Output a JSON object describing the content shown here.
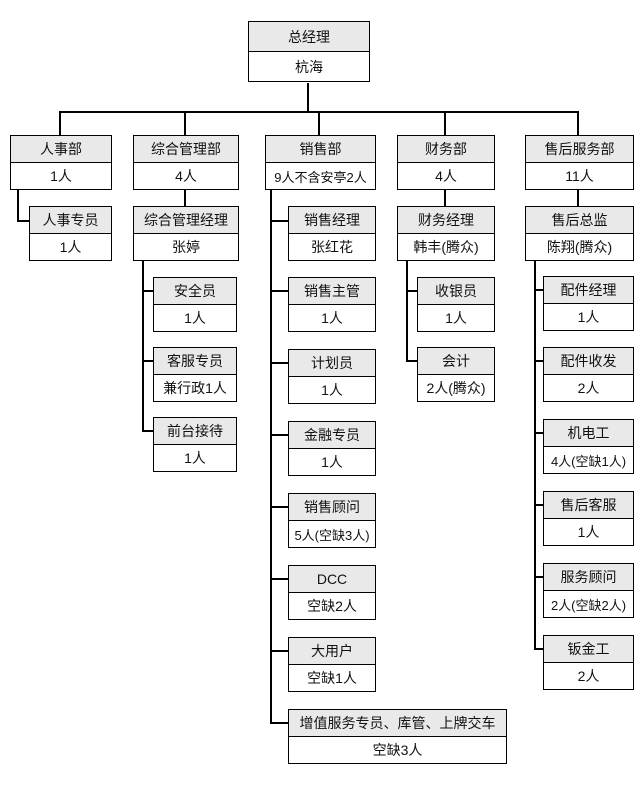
{
  "diagram_type": "org-chart",
  "colors": {
    "box_border": "#000000",
    "header_bg": "#e9e9e9",
    "body_bg": "#ffffff",
    "connector": "#000000"
  },
  "nodes": {
    "ceo": {
      "title": "总经理",
      "value": "杭海"
    },
    "hr_dept": {
      "title": "人事部",
      "value": "1人"
    },
    "hr_specialist": {
      "title": "人事专员",
      "value": "1人"
    },
    "admin_dept": {
      "title": "综合管理部",
      "value": "4人"
    },
    "admin_manager": {
      "title": "综合管理经理",
      "value": "张婷"
    },
    "safety_officer": {
      "title": "安全员",
      "value": "1人"
    },
    "cs_specialist": {
      "title": "客服专员",
      "value": "兼行政1人"
    },
    "receptionist": {
      "title": "前台接待",
      "value": "1人"
    },
    "sales_dept": {
      "title": "销售部",
      "value": "9人不含安亭2人"
    },
    "sales_manager": {
      "title": "销售经理",
      "value": "张红花"
    },
    "sales_supervisor": {
      "title": "销售主管",
      "value": "1人"
    },
    "planner": {
      "title": "计划员",
      "value": "1人"
    },
    "finance_specialist": {
      "title": "金融专员",
      "value": "1人"
    },
    "sales_consultant": {
      "title": "销售顾问",
      "value": "5人(空缺3人)"
    },
    "dcc": {
      "title": "DCC",
      "value": "空缺2人"
    },
    "key_account": {
      "title": "大用户",
      "value": "空缺1人"
    },
    "vas_group": {
      "title": "增值服务专员、库管、上牌交车",
      "value": "空缺3人"
    },
    "finance_dept": {
      "title": "财务部",
      "value": "4人"
    },
    "finance_manager": {
      "title": "财务经理",
      "value": "韩丰(腾众)"
    },
    "cashier": {
      "title": "收银员",
      "value": "1人"
    },
    "accountant": {
      "title": "会计",
      "value": "2人(腾众)"
    },
    "aftersales_dept": {
      "title": "售后服务部",
      "value": "11人"
    },
    "aftersales_director": {
      "title": "售后总监",
      "value": "陈翔(腾众)"
    },
    "parts_manager": {
      "title": "配件经理",
      "value": "1人"
    },
    "parts_clerk": {
      "title": "配件收发",
      "value": "2人"
    },
    "mechanic": {
      "title": "机电工",
      "value": "4人(空缺1人)"
    },
    "aftersales_cs": {
      "title": "售后客服",
      "value": "1人"
    },
    "service_advisor": {
      "title": "服务顾问",
      "value": "2人(空缺2人)"
    },
    "panel_beater": {
      "title": "钣金工",
      "value": "2人"
    }
  }
}
